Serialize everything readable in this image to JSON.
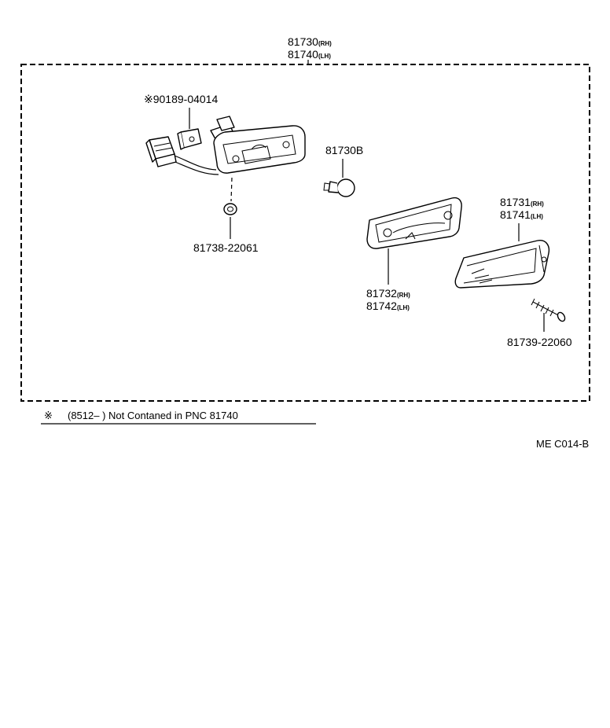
{
  "callouts": {
    "assembly": {
      "num_rh": "81730",
      "suf_rh": "(RH)",
      "num_lh": "81740",
      "suf_lh": "(LH)"
    },
    "clip": {
      "text": "※90189-04014"
    },
    "bulb": {
      "text": "81730B"
    },
    "gasket": {
      "text": "81738-22061"
    },
    "body": {
      "num_rh": "81732",
      "suf_rh": "(RH)",
      "num_lh": "81742",
      "suf_lh": "(LH)"
    },
    "lens": {
      "num_rh": "81731",
      "suf_rh": "(RH)",
      "num_lh": "81741",
      "suf_lh": "(LH)"
    },
    "screw": {
      "text": "81739-22060"
    }
  },
  "footnote": {
    "symbol": "※",
    "text": "(8512–        ) Not Contaned in PNC 81740"
  },
  "diagram_code": "ME C014-B"
}
